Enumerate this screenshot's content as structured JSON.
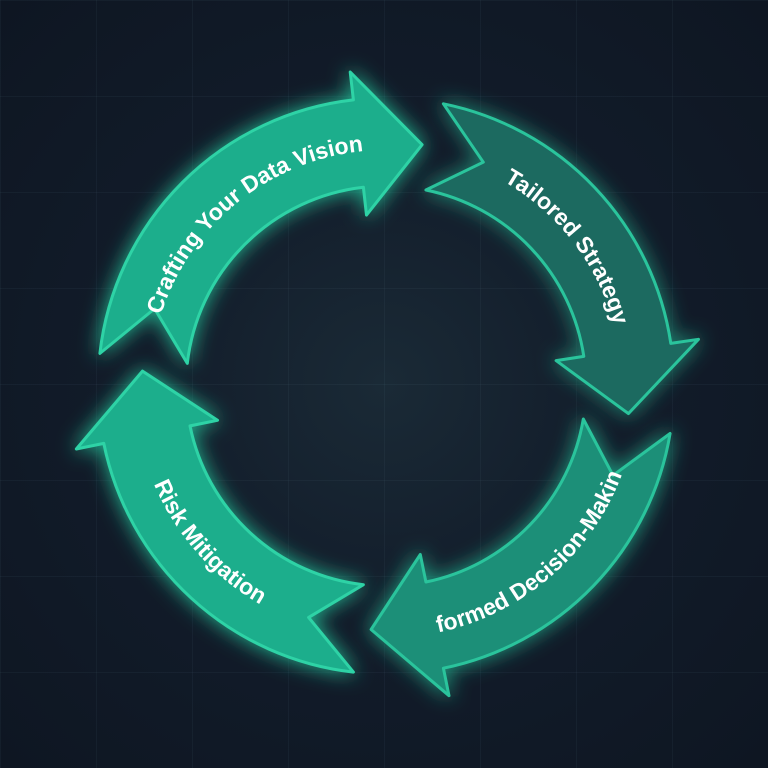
{
  "diagram": {
    "type": "cycle",
    "steps": [
      {
        "label": "Crafting Your Data Vision",
        "color": "#1fae8c",
        "border": "#2fd3a6"
      },
      {
        "label": "Tailored Strategy",
        "color": "#1a6b60",
        "border": "#2bc49c"
      },
      {
        "label": "Informed Decision-Making",
        "color": "#1b8f78",
        "border": "#2bc49c"
      },
      {
        "label": "Risk Mitigation",
        "color": "#1fae8c",
        "border": "#2fd3a6"
      }
    ],
    "flow": "clockwise"
  },
  "colors": {
    "background": "#111a28",
    "glow": "#2fd3a6"
  }
}
